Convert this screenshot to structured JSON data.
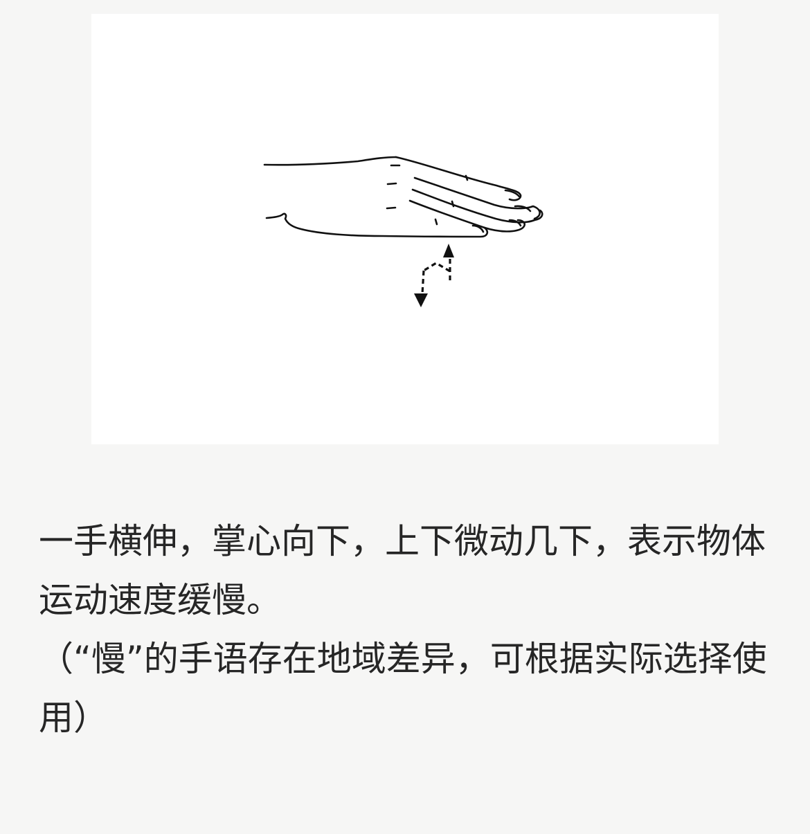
{
  "illustration": {
    "icon": "hand-palm-down-icon",
    "motion": "up-down-small-movement"
  },
  "caption": {
    "description": "一手横伸，掌心向下，上下微动几下，表示物体运动速度缓慢。",
    "note": "（“慢”的手语存在地域差异，可根据实际选择使用）"
  },
  "colors": {
    "page_background": "#f6f6f5",
    "card_background": "#ffffff",
    "line": "#111111",
    "text": "#262626"
  }
}
